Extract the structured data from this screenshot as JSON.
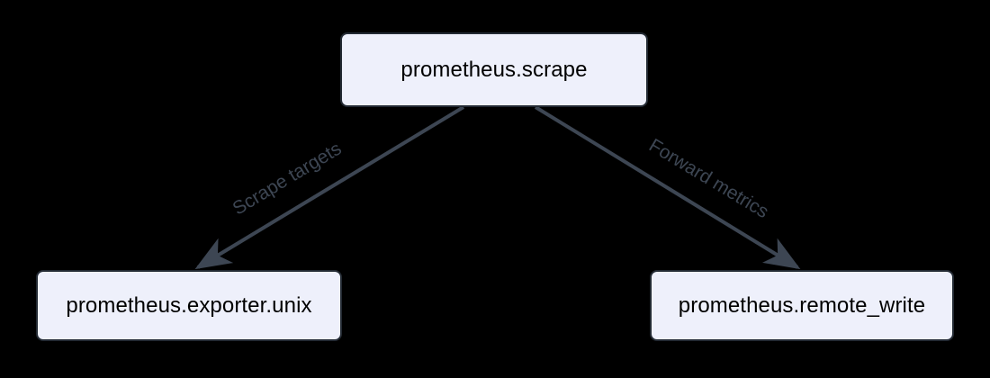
{
  "diagram": {
    "background_color": "#000000",
    "node_fill_color": "#eef0fb",
    "node_border_color": "#232a33",
    "node_text_color": "#000000",
    "edge_color": "#3d4653",
    "edge_label_color": "#3d4653",
    "nodes": [
      {
        "id": "scrape",
        "label": "prometheus.scrape"
      },
      {
        "id": "exporter",
        "label": "prometheus.exporter.unix"
      },
      {
        "id": "remote",
        "label": "prometheus.remote_write"
      }
    ],
    "edges": [
      {
        "id": "scrape-to-exporter",
        "label": "Scrape targets",
        "from": "scrape",
        "to": "exporter"
      },
      {
        "id": "scrape-to-remote",
        "label": "Forward metrics",
        "from": "scrape",
        "to": "remote"
      }
    ]
  }
}
